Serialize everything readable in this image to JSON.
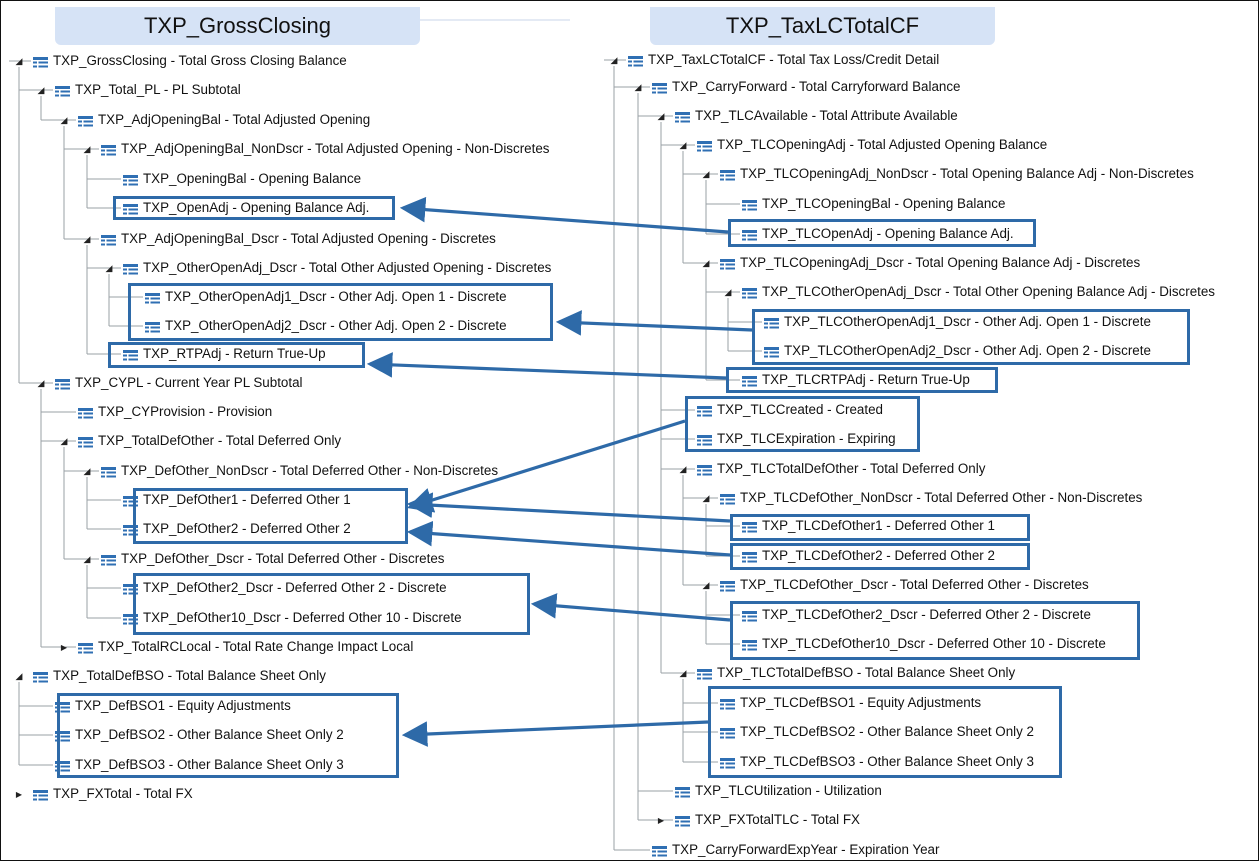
{
  "headers": {
    "left": "TXP_GrossClosing",
    "right": "TXP_TaxLCTotalCF"
  },
  "colors": {
    "accent": "#2e6aa8",
    "header_bg": "#d6e3f6",
    "line": "#9aa0a6"
  },
  "left_tree": [
    "TXP_GrossClosing - Total Gross Closing Balance",
    "TXP_Total_PL - PL Subtotal",
    "TXP_AdjOpeningBal - Total Adjusted Opening",
    "TXP_AdjOpeningBal_NonDscr - Total Adjusted Opening - Non-Discretes",
    "TXP_OpeningBal - Opening Balance",
    "TXP_OpenAdj - Opening Balance Adj.",
    "TXP_AdjOpeningBal_Dscr - Total Adjusted Opening - Discretes",
    "TXP_OtherOpenAdj_Dscr - Total Other Adjusted Opening - Discretes",
    "TXP_OtherOpenAdj1_Dscr - Other Adj. Open 1 - Discrete",
    "TXP_OtherOpenAdj2_Dscr - Other Adj. Open 2 - Discrete",
    "TXP_RTPAdj - Return True-Up",
    "TXP_CYPL - Current Year PL Subtotal",
    "TXP_CYProvision - Provision",
    "TXP_TotalDefOther - Total Deferred Only",
    "TXP_DefOther_NonDscr - Total Deferred Other - Non-Discretes",
    "TXP_DefOther1 - Deferred Other 1",
    "TXP_DefOther2 - Deferred Other 2",
    "TXP_DefOther_Dscr - Total Deferred Other - Discretes",
    "TXP_DefOther2_Dscr - Deferred Other 2 - Discrete",
    "TXP_DefOther10_Dscr - Deferred Other 10 - Discrete",
    "TXP_TotalRCLocal - Total Rate Change Impact Local",
    "TXP_TotalDefBSO - Total Balance Sheet Only",
    "TXP_DefBSO1 - Equity Adjustments",
    "TXP_DefBSO2 - Other Balance Sheet Only 2",
    "TXP_DefBSO3 - Other Balance Sheet Only 3",
    "TXP_FXTotal - Total FX"
  ],
  "right_tree": [
    "TXP_TaxLCTotalCF - Total Tax Loss/Credit Detail",
    "TXP_CarryForward - Total Carryforward Balance",
    "TXP_TLCAvailable - Total Attribute Available",
    "TXP_TLCOpeningAdj - Total Adjusted Opening Balance",
    "TXP_TLCOpeningAdj_NonDscr - Total Opening Balance Adj - Non-Discretes",
    "TXP_TLCOpeningBal - Opening Balance",
    "TXP_TLCOpenAdj - Opening Balance Adj.",
    "TXP_TLCOpeningAdj_Dscr - Total Opening Balance Adj - Discretes",
    "TXP_TLCOtherOpenAdj_Dscr - Total Other Opening Balance Adj - Discretes",
    "TXP_TLCOtherOpenAdj1_Dscr - Other Adj. Open 1 - Discrete",
    "TXP_TLCOtherOpenAdj2_Dscr - Other Adj. Open 2 - Discrete",
    "TXP_TLCRTPAdj - Return True-Up",
    "TXP_TLCCreated - Created",
    "TXP_TLCExpiration - Expiring",
    "TXP_TLCTotalDefOther - Total Deferred Only",
    "TXP_TLCDefOther_NonDscr - Total Deferred Other - Non-Discretes",
    "TXP_TLCDefOther1 - Deferred Other 1",
    "TXP_TLCDefOther2 - Deferred Other 2",
    "TXP_TLCDefOther_Dscr - Total Deferred Other - Discretes",
    "TXP_TLCDefOther2_Dscr - Deferred Other 2 - Discrete",
    "TXP_TLCDefOther10_Dscr - Deferred Other 10 - Discrete",
    "TXP_TLCTotalDefBSO - Total Balance Sheet Only",
    "TXP_TLCDefBSO1 - Equity Adjustments",
    "TXP_TLCDefBSO2 - Other Balance Sheet Only 2",
    "TXP_TLCDefBSO3 - Other Balance Sheet Only 3",
    "TXP_TLCUtilization - Utilization",
    "TXP_FXTotalTLC - Total FX",
    "TXP_CarryForwardExpYear - Expiration Year"
  ]
}
